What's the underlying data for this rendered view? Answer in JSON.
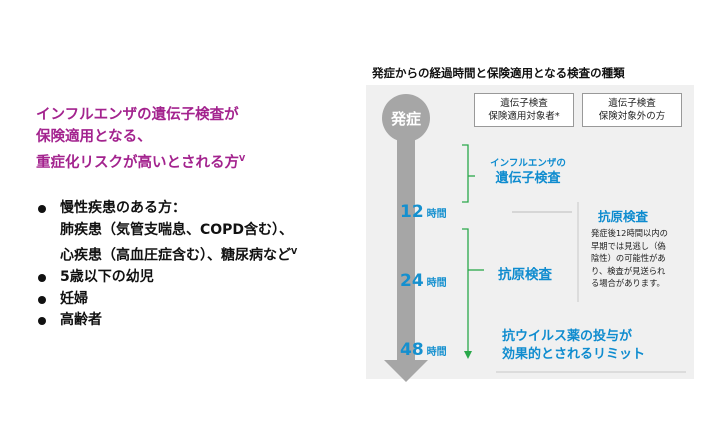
{
  "left": {
    "title_lines": [
      "インフルエンザの遺伝子検査が",
      "保険適用となる、",
      "重症化リスクが高いとされる方"
    ],
    "title_sup": "V",
    "bullets": [
      {
        "lines": [
          "慢性疾患のある方：",
          "肺疾患（気管支喘息、COPD含む）、",
          "心疾患（高血圧症含む）、糖尿病など"
        ],
        "sup": "V"
      },
      {
        "lines": [
          "5歳以下の幼児"
        ]
      },
      {
        "lines": [
          "妊婦"
        ]
      },
      {
        "lines": [
          "高齢者"
        ]
      }
    ]
  },
  "panel": {
    "title": "発症からの経過時間と保険適用となる検査の種類",
    "headers": [
      {
        "lines": [
          "遺伝子検査",
          "保険適用対象者*"
        ]
      },
      {
        "lines": [
          "遺伝子検査",
          "保険対象外の方"
        ]
      }
    ],
    "onset_label": "発症",
    "hours": [
      {
        "num": "12",
        "unit": "時間"
      },
      {
        "num": "24",
        "unit": "時間"
      },
      {
        "num": "48",
        "unit": "時間"
      }
    ],
    "gene_test": {
      "line1": "インフルエンザの",
      "line2": "遺伝子検査"
    },
    "antigen_mid": "抗原検査",
    "antigen_right": "抗原検査",
    "antigen_note": [
      "発症後12時間以内の",
      "早期では見逃し（偽",
      "陰性）の可能性があ",
      "り、検査が見送られ",
      "る場合があります。"
    ],
    "antiviral": [
      "抗ウイルス薬の投与が",
      "効果的とされるリミット"
    ],
    "colors": {
      "purple": "#a3238e",
      "blue": "#0f8ccf",
      "green": "#2aa84a",
      "arrow_gray": "#a6a6a6",
      "panel_bg": "#f0f0f0"
    }
  }
}
